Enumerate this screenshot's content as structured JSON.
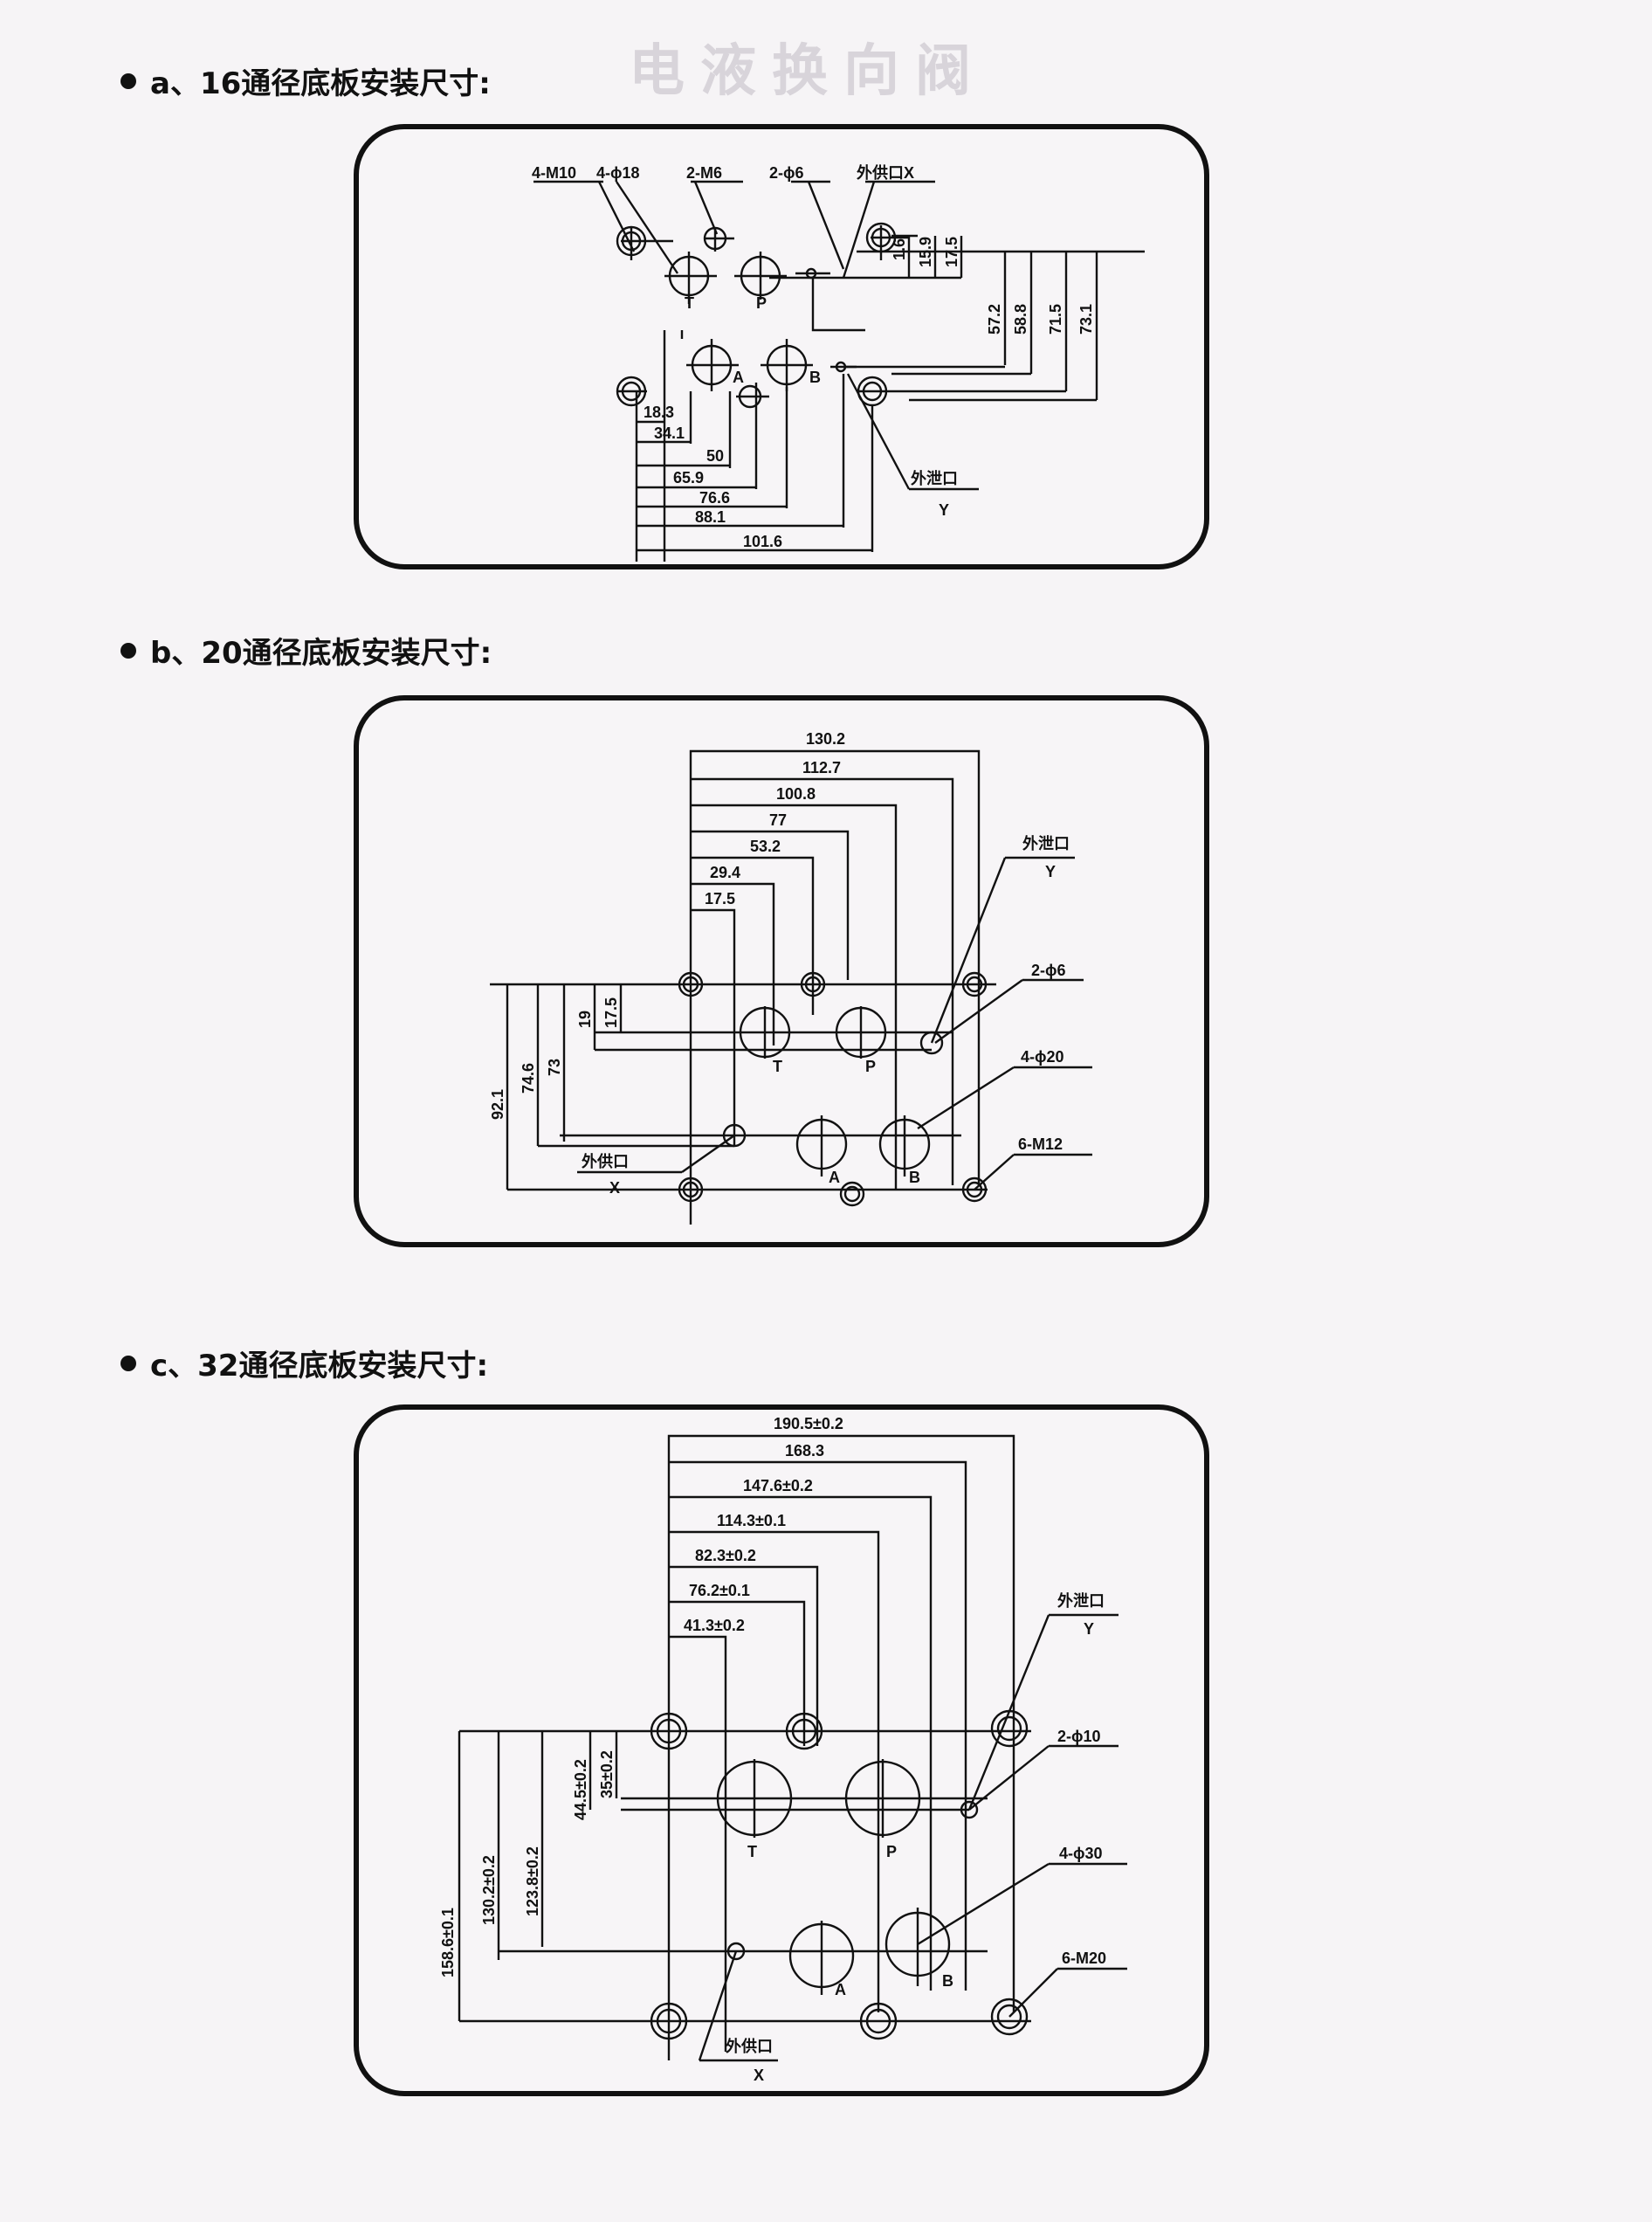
{
  "header_ghost": "电液换向阀",
  "sections": {
    "a": {
      "heading": "a、16通径底板安装尺寸:",
      "labels": {
        "m10": "4-M10",
        "phi18": "4-ϕ18",
        "m6": "2-M6",
        "phi6": "2-ϕ6",
        "supply_x": "外供口X",
        "drain": "外泄口",
        "drain_y": "Y"
      },
      "ports": {
        "t": "T",
        "p": "P",
        "a": "A",
        "b": "B"
      },
      "dims_h": [
        "18.3",
        "34.1",
        "50",
        "65.9",
        "76.6",
        "88.1",
        "101.6"
      ],
      "dims_v": [
        "1.6",
        "15.9",
        "17.5",
        "57.2",
        "58.8",
        "71.5",
        "73.1"
      ]
    },
    "b": {
      "heading": "b、20通径底板安装尺寸:",
      "labels": {
        "drain": "外泄口",
        "drain_y": "Y",
        "phi6": "2-ϕ6",
        "phi20": "4-ϕ20",
        "m12": "6-M12",
        "supply": "外供口",
        "supply_x": "X"
      },
      "ports": {
        "t": "T",
        "p": "P",
        "a": "A",
        "b": "B"
      },
      "dims_h": [
        "130.2",
        "112.7",
        "100.8",
        "77",
        "53.2",
        "29.4",
        "17.5"
      ],
      "dims_v": [
        "19",
        "17.5",
        "73",
        "74.6",
        "92.1"
      ]
    },
    "c": {
      "heading": "c、32通径底板安装尺寸:",
      "labels": {
        "drain": "外泄口",
        "drain_y": "Y",
        "phi10": "2-ϕ10",
        "phi30": "4-ϕ30",
        "m20": "6-M20",
        "supply": "外供口",
        "supply_x": "X"
      },
      "ports": {
        "t": "T",
        "p": "P",
        "a": "A",
        "b": "B"
      },
      "dims_h": [
        "190.5±0.2",
        "168.3",
        "147.6±0.2",
        "114.3±0.1",
        "82.3±0.2",
        "76.2±0.1",
        "41.3±0.2"
      ],
      "dims_v": [
        "35±0.2",
        "44.5±0.2",
        "123.8±0.2",
        "130.2±0.2",
        "158.6±0.1"
      ]
    }
  }
}
